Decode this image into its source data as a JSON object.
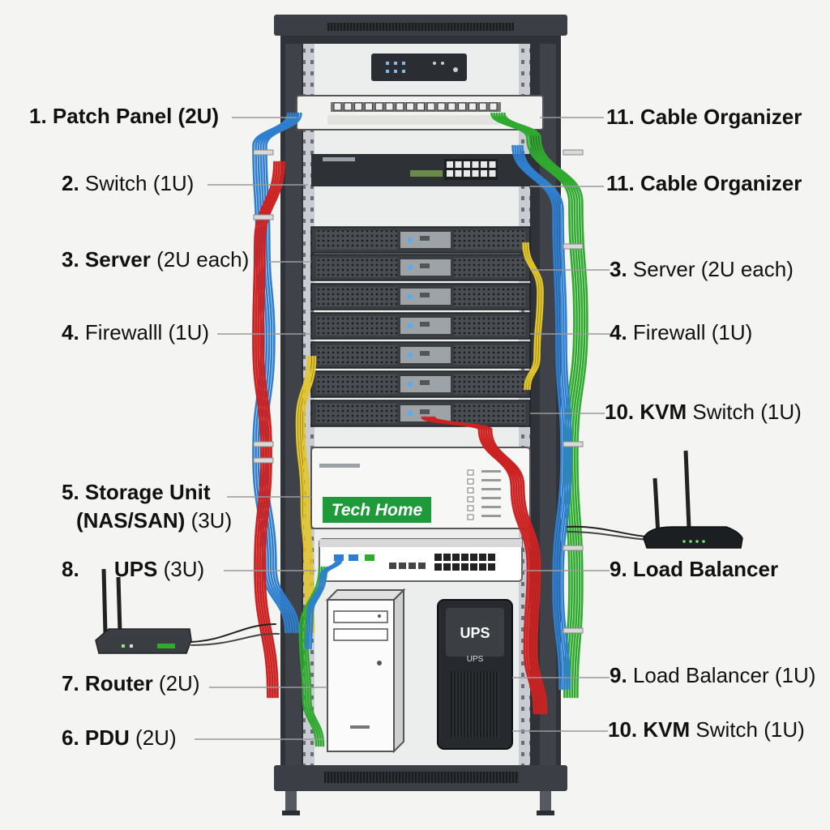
{
  "brand": {
    "name": "Tech Home"
  },
  "devices": {
    "ups_front_label": "UPS",
    "ups_front_sublabel": "UPS"
  },
  "left_labels": [
    {
      "num": "1.",
      "bold": "Patch Panel (2U)",
      "rest": ""
    },
    {
      "num": "2.",
      "bold": "",
      "rest": "Switch (1U)"
    },
    {
      "num": "3.",
      "bold": "Server",
      "rest": " (2U each)"
    },
    {
      "num": "4.",
      "bold": "",
      "rest": "Firewalll (1U)"
    },
    {
      "num": "5.",
      "bold": "Storage Unit",
      "rest": ""
    },
    {
      "num": "",
      "bold": "(NAS/SAN)",
      "rest": " (3U)"
    },
    {
      "num": "8.",
      "bold": "UPS",
      "rest": " (3U)"
    },
    {
      "num": "7.",
      "bold": "Router",
      "rest": " (2U)"
    },
    {
      "num": "6.",
      "bold": "PDU",
      "rest": " (2U)"
    }
  ],
  "right_labels": [
    {
      "num": "11.",
      "bold": "Cable Organizer",
      "rest": ""
    },
    {
      "num": "11.",
      "bold": "Cable Organizer",
      "rest": ""
    },
    {
      "num": "3.",
      "bold": "",
      "rest": "Server (2U each)"
    },
    {
      "num": "4.",
      "bold": "",
      "rest": "Firewall (1U)"
    },
    {
      "num": "10.",
      "bold": "KVM",
      "rest": " Switch (1U)"
    },
    {
      "num": "9.",
      "bold": "Load Balancer",
      "rest": ""
    },
    {
      "num": "9.",
      "bold": "",
      "rest": "Load Balancer (1U)"
    },
    {
      "num": "10.",
      "bold": "KVM",
      "rest": " Switch (1U)"
    }
  ],
  "colors": {
    "rack": "#3b3f45",
    "rack_dark": "#2a2d31",
    "cable_blue": "#2f7fd0",
    "cable_green": "#2faa2f",
    "cable_red": "#cc2222",
    "cable_yellow": "#e3c52a",
    "brand_green": "#1f9a3a",
    "leader": "#9a9a9a"
  }
}
